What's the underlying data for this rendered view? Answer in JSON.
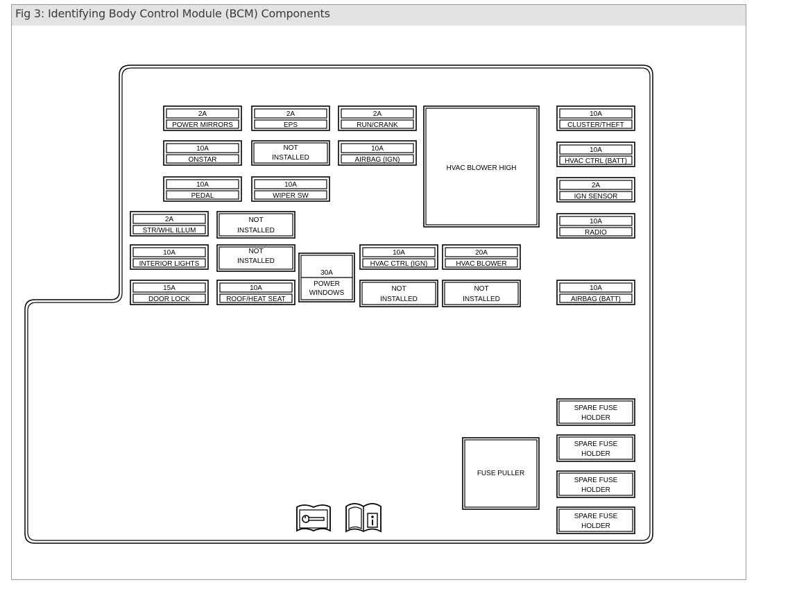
{
  "figure_title": "Fig 3: Identifying Body Control Module (BCM) Components",
  "fuses": [
    {
      "amp": "2A",
      "label": "POWER MIRRORS"
    },
    {
      "amp": "2A",
      "label": "EPS"
    },
    {
      "amp": "2A",
      "label": "RUN/CRANK"
    },
    {
      "amp": "10A",
      "label": "CLUSTER/THEFT"
    },
    {
      "amp": "10A",
      "label": "ONSTAR"
    },
    {
      "amp": "10A",
      "label": "AIRBAG (IGN)"
    },
    {
      "amp": "10A",
      "label": "HVAC CTRL (BATT)"
    },
    {
      "amp": "10A",
      "label": "PEDAL"
    },
    {
      "amp": "10A",
      "label": "WIPER SW"
    },
    {
      "amp": "2A",
      "label": "IGN SENSOR"
    },
    {
      "amp": "2A",
      "label": "STR/WHL ILLUM"
    },
    {
      "amp": "10A",
      "label": "RADIO"
    },
    {
      "amp": "10A",
      "label": "INTERIOR LIGHTS"
    },
    {
      "amp": "10A",
      "label": "HVAC CTRL (IGN)"
    },
    {
      "amp": "20A",
      "label": "HVAC BLOWER"
    },
    {
      "amp": "15A",
      "label": "DOOR LOCK"
    },
    {
      "amp": "10A",
      "label": "ROOF/HEAT SEAT"
    },
    {
      "amp": "10A",
      "label": "AIRBAG (BATT)"
    }
  ],
  "not_installed": [
    {
      "line1": "NOT",
      "line2": "INSTALLED"
    },
    {
      "line1": "NOT",
      "line2": "INSTALLED"
    },
    {
      "line1": "NOT",
      "line2": "INSTALLED"
    },
    {
      "line1": "NOT",
      "line2": "INSTALLED"
    },
    {
      "line1": "NOT",
      "line2": "INSTALLED"
    }
  ],
  "power_windows": {
    "amp": "30A",
    "line1": "POWER",
    "line2": "WINDOWS"
  },
  "hvac_blower_high": "HVAC BLOWER HIGH",
  "fuse_puller": "FUSE PULLER",
  "spare_holders": [
    {
      "line1": "SPARE FUSE",
      "line2": "HOLDER"
    },
    {
      "line1": "SPARE FUSE",
      "line2": "HOLDER"
    },
    {
      "line1": "SPARE FUSE",
      "line2": "HOLDER"
    },
    {
      "line1": "SPARE FUSE",
      "line2": "HOLDER"
    }
  ],
  "icons": [
    "service-manual-icon",
    "owner-manual-info-icon"
  ]
}
